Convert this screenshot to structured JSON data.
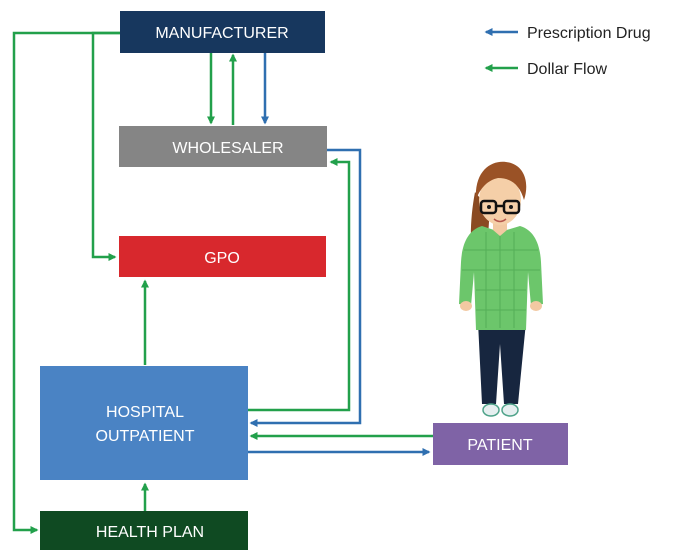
{
  "colors": {
    "drug": "#2f6fb0",
    "dollar": "#22a04b",
    "manufacturer": "#17375e",
    "wholesaler": "#858585",
    "gpo": "#d8282d",
    "hospital": "#4a83c4",
    "health_plan": "#0f4a22",
    "patient": "#7f63a6"
  },
  "legend": {
    "drug_label": "Prescription Drug",
    "dollar_label": "Dollar Flow"
  },
  "nodes": {
    "manufacturer": "MANUFACTURER",
    "wholesaler": "WHOLESALER",
    "gpo": "GPO",
    "hospital_line1": "HOSPITAL",
    "hospital_line2": "OUTPATIENT",
    "health_plan": "HEALTH PLAN",
    "patient": "PATIENT"
  },
  "flows": [
    {
      "from": "MANUFACTURER",
      "to": "WHOLESALER",
      "type": "dollar"
    },
    {
      "from": "WHOLESALER",
      "to": "MANUFACTURER",
      "type": "dollar"
    },
    {
      "from": "MANUFACTURER",
      "to": "WHOLESALER",
      "type": "drug"
    },
    {
      "from": "MANUFACTURER",
      "to": "GPO",
      "type": "dollar"
    },
    {
      "from": "MANUFACTURER",
      "to": "HEALTH PLAN",
      "type": "dollar"
    },
    {
      "from": "WHOLESALER",
      "to": "HOSPITAL OUTPATIENT",
      "type": "drug"
    },
    {
      "from": "HOSPITAL OUTPATIENT",
      "to": "WHOLESALER",
      "type": "dollar"
    },
    {
      "from": "HOSPITAL OUTPATIENT",
      "to": "GPO",
      "type": "dollar"
    },
    {
      "from": "HOSPITAL OUTPATIENT",
      "to": "PATIENT",
      "type": "drug"
    },
    {
      "from": "PATIENT",
      "to": "HOSPITAL OUTPATIENT",
      "type": "dollar"
    },
    {
      "from": "HEALTH PLAN",
      "to": "HOSPITAL OUTPATIENT",
      "type": "dollar"
    }
  ]
}
